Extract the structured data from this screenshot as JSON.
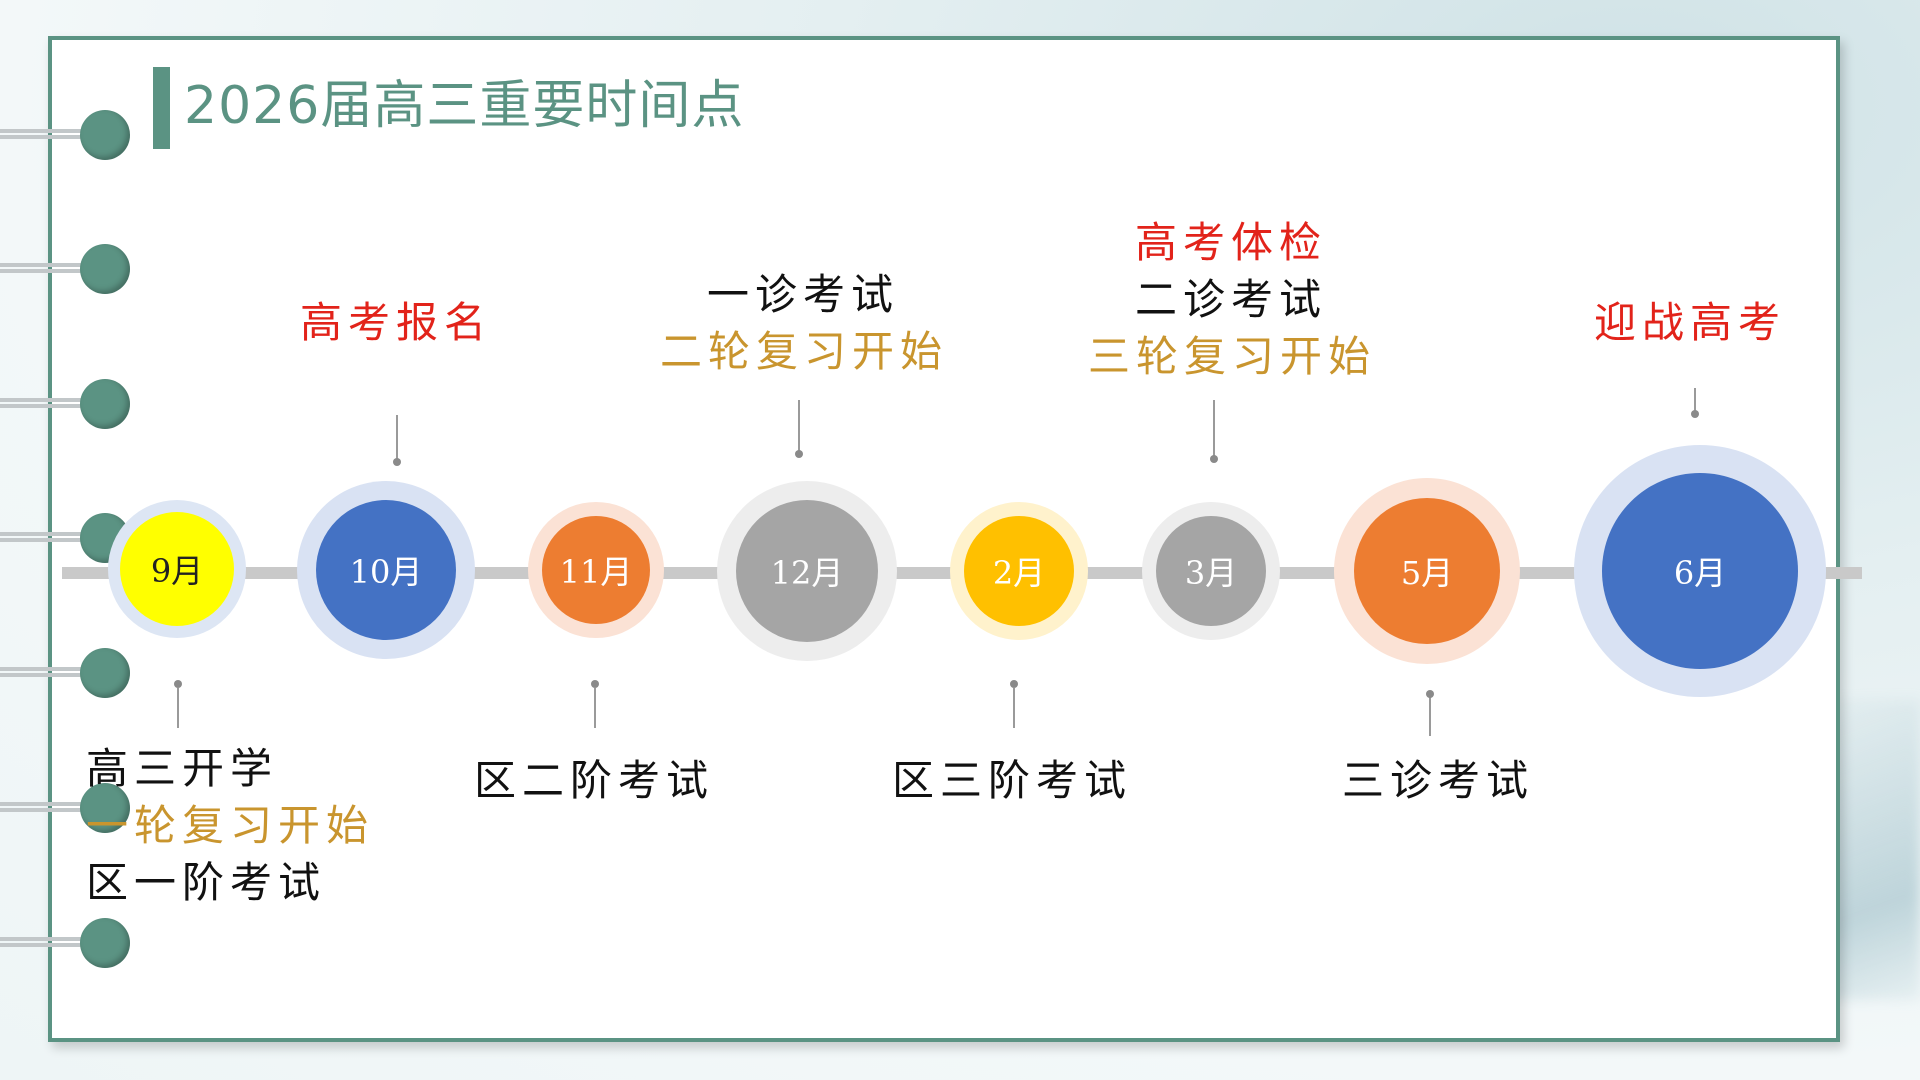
{
  "title": "2026届高三重要时间点",
  "colors": {
    "frame": "#5b9383",
    "red": "#e2231a",
    "gold": "#c9952e",
    "black": "#111111",
    "yellow": "#ffff00",
    "blue": "#4472c4",
    "orange": "#ed7d31",
    "gray": "#a5a5a5",
    "amber": "#ffc000"
  },
  "timeline": {
    "months": [
      "9月",
      "10月",
      "11月",
      "12月",
      "2月",
      "3月",
      "5月",
      "6月"
    ]
  },
  "events": {
    "sep": [
      "高三开学",
      "一轮复习开始",
      "区一阶考试"
    ],
    "oct": [
      "高考报名"
    ],
    "nov": [
      "区二阶考试"
    ],
    "dec": [
      "一诊考试",
      "二轮复习开始"
    ],
    "feb": [
      "区三阶考试"
    ],
    "mar": [
      "高考体检",
      "二诊考试",
      "三轮复习开始"
    ],
    "may": [
      "三诊考试"
    ],
    "jun": [
      "迎战高考"
    ]
  }
}
